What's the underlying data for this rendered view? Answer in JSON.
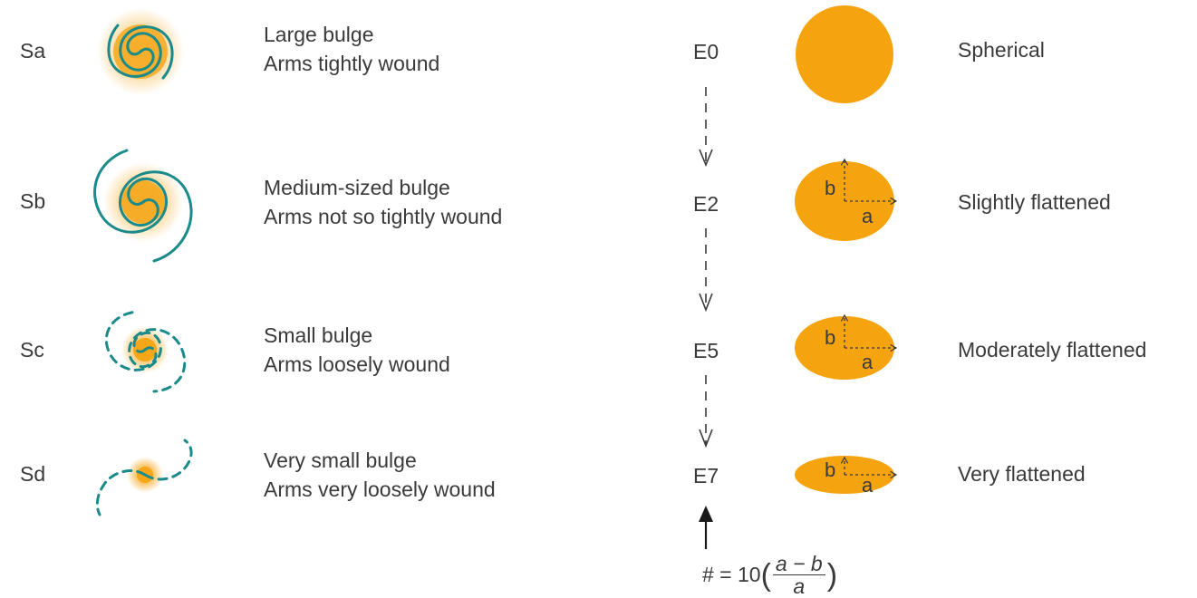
{
  "colors": {
    "bulge": "#f5a30f",
    "arm": "#1b8a8a",
    "text": "#3a3a3a"
  },
  "spirals": [
    {
      "type": "Sa",
      "line1": "Large bulge",
      "line2": "Arms tightly wound"
    },
    {
      "type": "Sb",
      "line1": "Medium-sized bulge",
      "line2": "Arms not so tightly wound"
    },
    {
      "type": "Sc",
      "line1": "Small bulge",
      "line2": "Arms loosely wound"
    },
    {
      "type": "Sd",
      "line1": "Very small bulge",
      "line2": "Arms very loosely wound"
    }
  ],
  "ellipticals": [
    {
      "type": "E0",
      "desc": "Spherical"
    },
    {
      "type": "E2",
      "desc": "Slightly flattened"
    },
    {
      "type": "E5",
      "desc": "Moderately flattened"
    },
    {
      "type": "E7",
      "desc": "Very flattened"
    }
  ],
  "axis_labels": {
    "a": "a",
    "b": "b"
  },
  "formula": {
    "lhs": "# = 10",
    "numerator": "a − b",
    "denominator": "a"
  }
}
